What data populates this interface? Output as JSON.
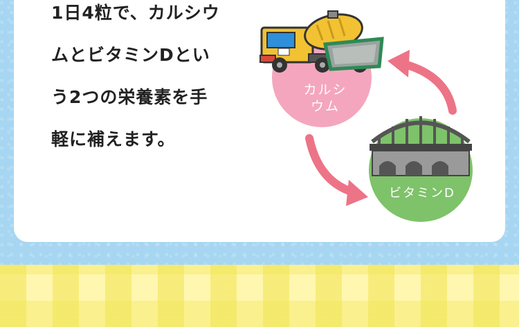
{
  "description_lines": [
    "1日4粒で、カルシウ",
    "ムとビタミンDとい",
    "う2つの栄養素を手",
    "軽に補えます。"
  ],
  "diagram": {
    "calcium_label_line1": "カルシ",
    "calcium_label_line2": "ウム",
    "vitamin_d_label": "ビタミンD",
    "colors": {
      "calcium_circle": "#f4a6bf",
      "vitamin_d_circle": "#7ec26a",
      "arrow": "#ec7486",
      "card": "#ffffff",
      "sky": "#a6d6f1",
      "check": "#fff7b0"
    },
    "icons": {
      "calcium": "cement-mixer-truck-icon",
      "vitamin_d": "arch-bridge-icon"
    }
  }
}
